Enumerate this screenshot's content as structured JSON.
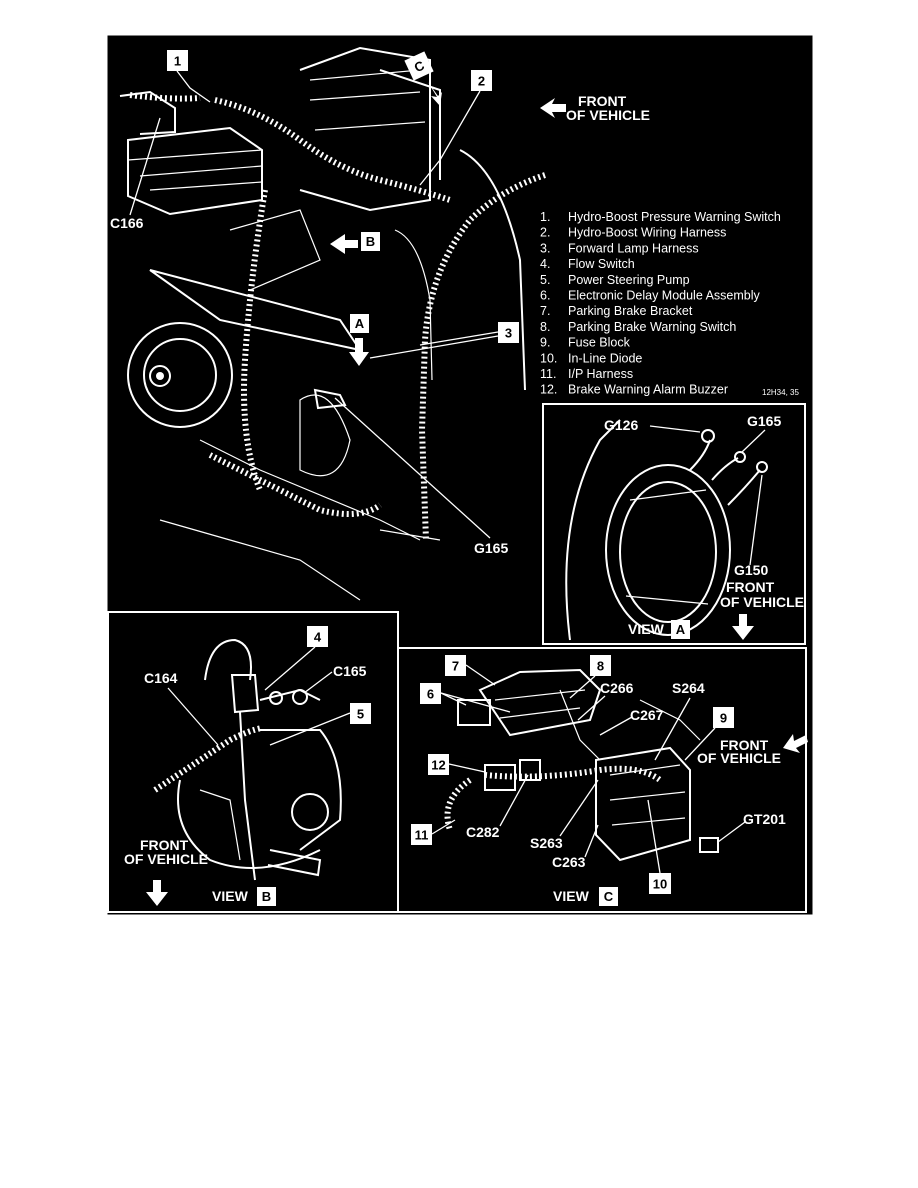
{
  "callouts": {
    "c1": "1",
    "c2": "2",
    "c3": "3",
    "c4": "4",
    "c5": "5",
    "c6": "6",
    "c7": "7",
    "c8": "8",
    "c9": "9",
    "c10": "10",
    "c11": "11",
    "c12": "12"
  },
  "view_letters": {
    "a": "A",
    "b": "B",
    "c": "C"
  },
  "main": {
    "front_line1": "FRONT",
    "front_line2": "OF VEHICLE",
    "c166": "C166",
    "g165": "G165"
  },
  "legend": [
    {
      "num": "1.",
      "text": "Hydro-Boost Pressure Warning Switch"
    },
    {
      "num": "2.",
      "text": "Hydro-Boost Wiring Harness"
    },
    {
      "num": "3.",
      "text": "Forward Lamp Harness"
    },
    {
      "num": "4.",
      "text": "Flow Switch"
    },
    {
      "num": "5.",
      "text": "Power Steering Pump"
    },
    {
      "num": "6.",
      "text": "Electronic Delay Module Assembly"
    },
    {
      "num": "7.",
      "text": "Parking Brake Bracket"
    },
    {
      "num": "8.",
      "text": "Parking Brake Warning Switch"
    },
    {
      "num": "9.",
      "text": "Fuse Block"
    },
    {
      "num": "10.",
      "text": "In-Line Diode"
    },
    {
      "num": "11.",
      "text": "I/P Harness"
    },
    {
      "num": "12.",
      "text": "Brake Warning Alarm Buzzer"
    }
  ],
  "figure_code": "12H34, 35",
  "view_a": {
    "g126": "G126",
    "g165": "G165",
    "g150": "G150",
    "front_line1": "FRONT",
    "front_line2": "OF VEHICLE",
    "caption": "VIEW"
  },
  "view_b": {
    "c164": "C164",
    "c165": "C165",
    "front_line1": "FRONT",
    "front_line2": "OF VEHICLE",
    "caption": "VIEW"
  },
  "view_c": {
    "c266": "C266",
    "s264": "S264",
    "c267": "C267",
    "front_line1": "FRONT",
    "front_line2": "OF VEHICLE",
    "c282": "C282",
    "s263": "S263",
    "c263": "C263",
    "gt201": "GT201",
    "caption": "VIEW"
  },
  "colors": {
    "background": "#000000",
    "ink": "#ffffff",
    "page": "#ffffff"
  }
}
